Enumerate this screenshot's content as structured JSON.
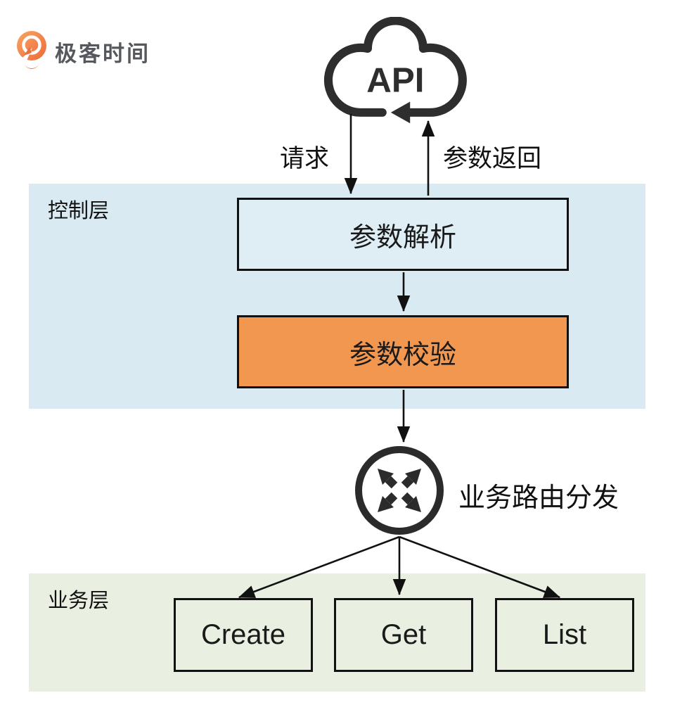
{
  "brand": {
    "name": "极客时间"
  },
  "api": {
    "label": "API"
  },
  "arrows": {
    "request_label": "请求",
    "response_label": "参数返回"
  },
  "layers": {
    "control": {
      "title": "控制层",
      "boxes": {
        "parse": "参数解析",
        "validate": "参数校验"
      }
    },
    "business": {
      "title": "业务层",
      "boxes": {
        "create": "Create",
        "get": "Get",
        "list": "List"
      }
    }
  },
  "router": {
    "label": "业务路由分发"
  },
  "icons": {
    "brand_icon": "geektime-pin-icon",
    "cloud_icon": "api-cloud-refresh-icon",
    "router_icon": "router-crossed-arrows-icon"
  },
  "colors": {
    "control_region_bg": "#d9eaf2",
    "parse_box_bg": "#dfeef5",
    "validate_box_bg": "#f29750",
    "business_region_bg": "#eaf0e1",
    "business_box_bg": "#eaf0e1",
    "icon_dark": "#2e2e2e",
    "line_black": "#111111",
    "brand_orange": "#ee7341",
    "brand_text_gray": "#55585c"
  }
}
